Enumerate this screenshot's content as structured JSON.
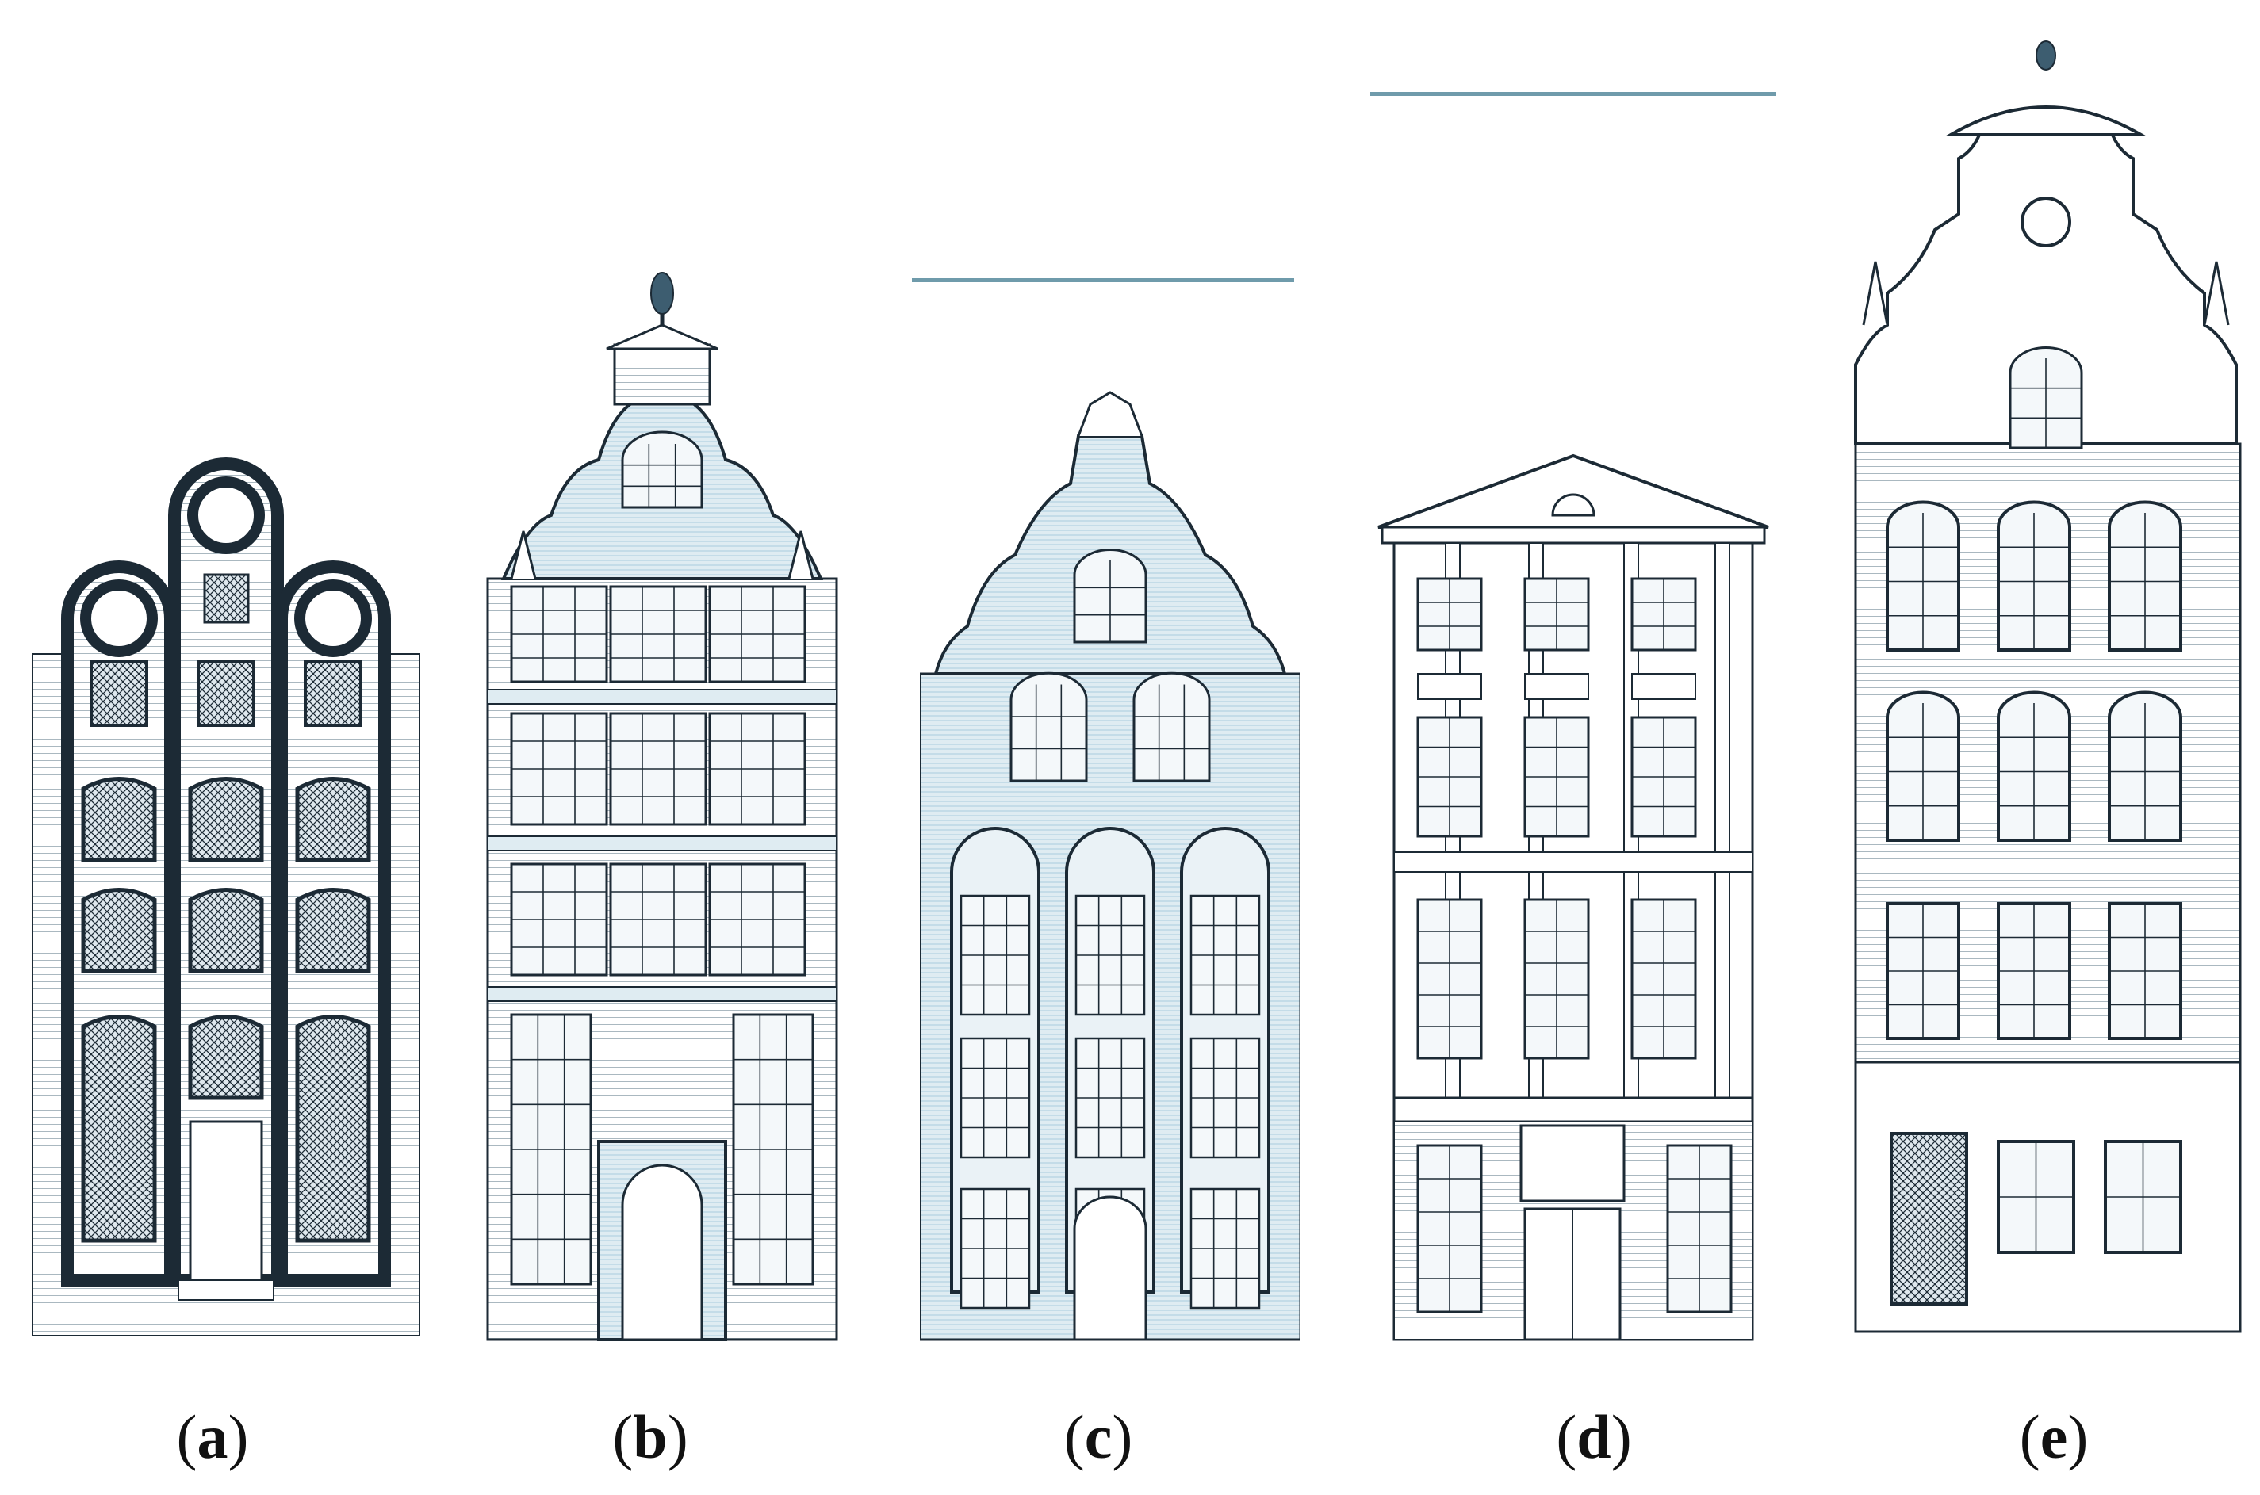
{
  "labels": {
    "a": {
      "open": "(",
      "letter": "a",
      "close": ")"
    },
    "b": {
      "open": "(",
      "letter": "b",
      "close": ")"
    },
    "c": {
      "open": "(",
      "letter": "c",
      "close": ")"
    },
    "d": {
      "open": "(",
      "letter": "d",
      "close": ")"
    },
    "e": {
      "open": "(",
      "letter": "e",
      "close": ")"
    }
  },
  "colors": {
    "ink": "#1c2a35",
    "ink_light": "#3d5d70",
    "tint_blue": "#b9d6e3",
    "tint_pale": "#dfecf2",
    "paper": "#ffffff"
  }
}
